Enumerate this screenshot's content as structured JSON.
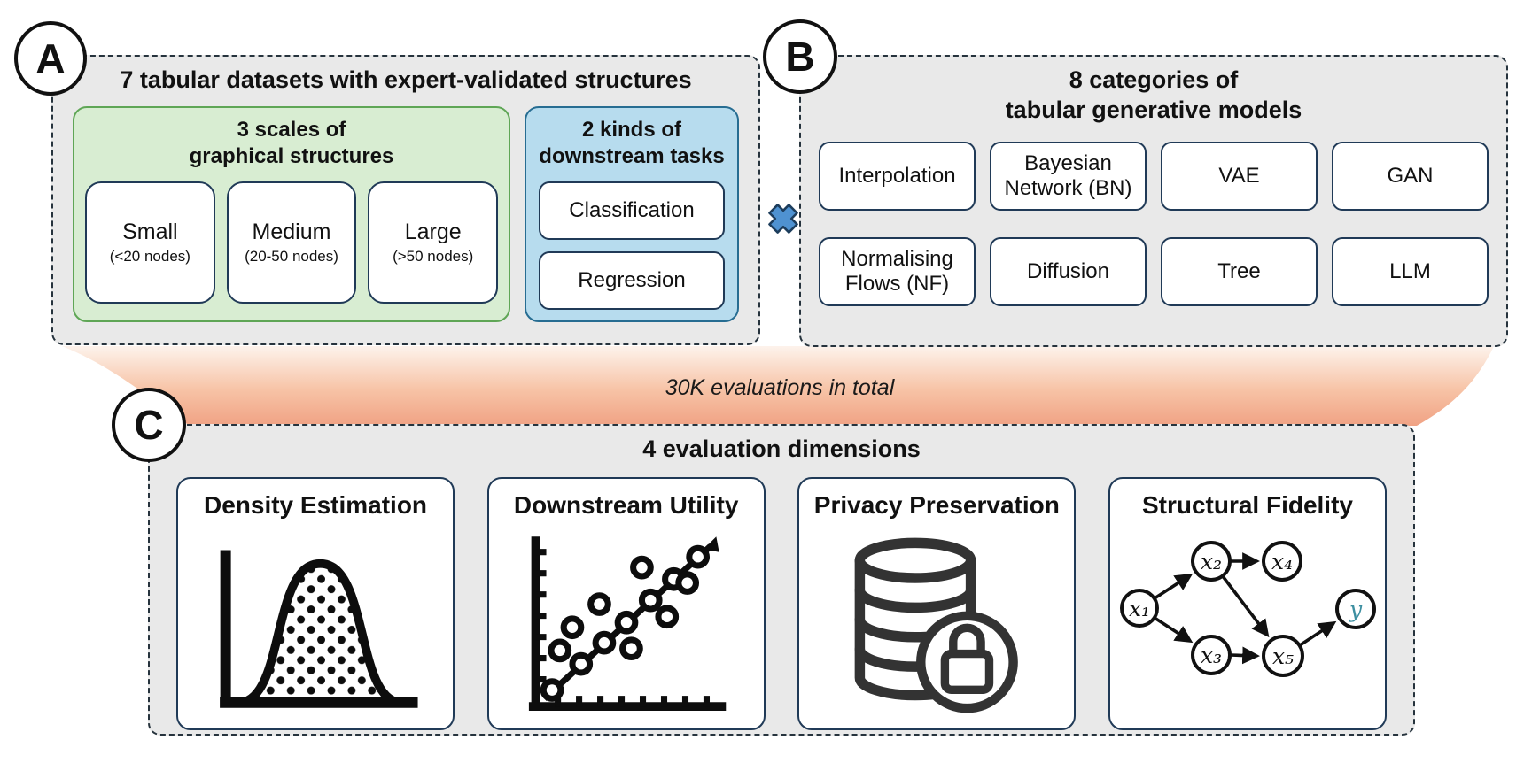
{
  "badges": {
    "a": "A",
    "b": "B",
    "c": "C"
  },
  "banner": {
    "text": "30K evaluations in total"
  },
  "panel_a": {
    "title": "7 tabular datasets with expert-validated structures",
    "scales": {
      "title_line1": "3 scales of",
      "title_line2": "graphical structures",
      "items": [
        {
          "label": "Small",
          "sublabel": "(<20 nodes)"
        },
        {
          "label": "Medium",
          "sublabel": "(20-50 nodes)"
        },
        {
          "label": "Large",
          "sublabel": "(>50 nodes)"
        }
      ]
    },
    "tasks": {
      "title_line1": "2 kinds of",
      "title_line2": "downstream tasks",
      "items": [
        {
          "label": "Classification"
        },
        {
          "label": "Regression"
        }
      ]
    }
  },
  "operator": {
    "name": "multiply-cross",
    "color": "#4f92d1"
  },
  "panel_b": {
    "title_line1": "8 categories of",
    "title_line2": "tabular generative models",
    "items": [
      {
        "label": "Interpolation"
      },
      {
        "label": "Bayesian Network (BN)"
      },
      {
        "label": "VAE"
      },
      {
        "label": "GAN"
      },
      {
        "label": "Normalising Flows (NF)"
      },
      {
        "label": "Diffusion"
      },
      {
        "label": "Tree"
      },
      {
        "label": "LLM"
      }
    ]
  },
  "panel_c": {
    "title": "4 evaluation dimensions",
    "cards": [
      {
        "title": "Density Estimation",
        "icon": "density-plot-icon"
      },
      {
        "title": "Downstream Utility",
        "icon": "scatter-plot-icon"
      },
      {
        "title": "Privacy Preservation",
        "icon": "database-lock-icon"
      },
      {
        "title": "Structural Fidelity",
        "icon": "dag-icon"
      }
    ],
    "dag_nodes": [
      {
        "label": "x₁"
      },
      {
        "label": "x₂"
      },
      {
        "label": "x₃"
      },
      {
        "label": "x₄"
      },
      {
        "label": "x₅"
      },
      {
        "label": "y"
      }
    ],
    "dag_edges": [
      "x1→x2",
      "x1→x3",
      "x2→x4",
      "x2→x5",
      "x3→x5",
      "x5→y"
    ]
  },
  "colors": {
    "panel_fill": "#e9e9e9",
    "green_fill": "#d8edd2",
    "green_border": "#5fa656",
    "blue_fill": "#b7dcee",
    "blue_border": "#276d92",
    "card_border": "#203a57",
    "cross_blue": "#4f92d1",
    "banner_gradient_top": "#fdf3ec",
    "banner_gradient_bottom": "#f0a284",
    "target_teal": "#3d8fa1"
  }
}
